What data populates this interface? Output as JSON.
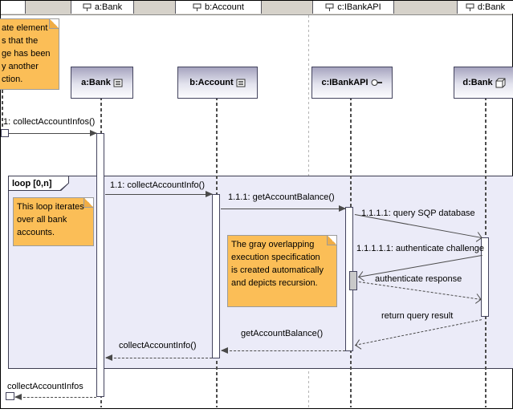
{
  "tabbar": {
    "tabs": [
      "a:Bank",
      "b:Account",
      "c:IBankAPI",
      "d:Bank"
    ]
  },
  "lifelines": [
    {
      "label": "a:Bank",
      "icon": "list-icon"
    },
    {
      "label": "b:Account",
      "icon": "list-icon"
    },
    {
      "label": "c:IBankAPI",
      "icon": "interface-lollipop-icon"
    },
    {
      "label": "d:Bank",
      "icon": "cube-icon"
    }
  ],
  "fragment": {
    "operator_label": "loop [0,n]"
  },
  "messages": [
    {
      "label": "1: collectAccountInfos()"
    },
    {
      "label": "1.1: collectAccountInfo()"
    },
    {
      "label": "1.1.1: getAccountBalance()"
    },
    {
      "label": "1.1.1.1: query SQP database"
    },
    {
      "label": "1.1.1.1.1: authenticate challenge"
    },
    {
      "label": "authenticate response"
    },
    {
      "label": "return query result"
    },
    {
      "label": "getAccountBalance()"
    },
    {
      "label": "collectAccountInfo()"
    },
    {
      "label": "collectAccountInfos"
    }
  ],
  "notes": [
    {
      "text": "ate element\ns that the\nge has been\ny another\nction."
    },
    {
      "text": "This loop iterates\nover all bank\naccounts."
    },
    {
      "text": "The gray overlapping\nexecution specification\nis created automatically\nand depicts recursion."
    }
  ],
  "colors": {
    "note_fill": "#fbbe57",
    "fragment_fill": "#ebebf8",
    "header_gradient_top": "#a6a4bf",
    "tabbar_bg": "#d6d2ca",
    "activation_gray": "#c9c9c9",
    "line_color": "#4a4a4a"
  }
}
